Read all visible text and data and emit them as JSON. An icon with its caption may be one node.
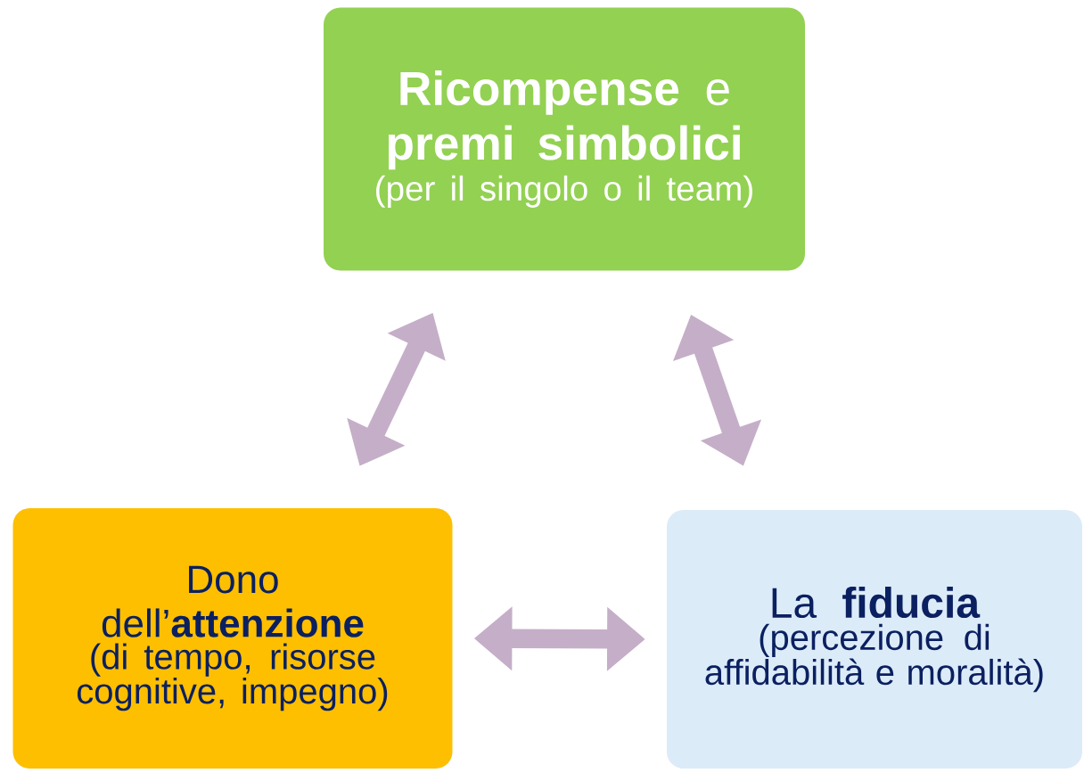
{
  "diagram": {
    "nodes": [
      {
        "text": [
          "**Ricompense** e **premi simbolici**",
          "(per il singolo o il team)"
        ]
      },
      {
        "text": [
          "Dono dell’**attenzione**",
          "(di tempo, risorse cognitive, impegno)"
        ]
      },
      {
        "text": [
          "La **fiducia**",
          "(percezione di affidabilità e moralità)"
        ]
      }
    ],
    "edges": [
      {
        "from": 0,
        "to": 1,
        "arrow": "both"
      },
      {
        "from": 0,
        "to": 2,
        "arrow": "both"
      },
      {
        "from": 1,
        "to": 2,
        "arrow": "both"
      }
    ]
  }
}
